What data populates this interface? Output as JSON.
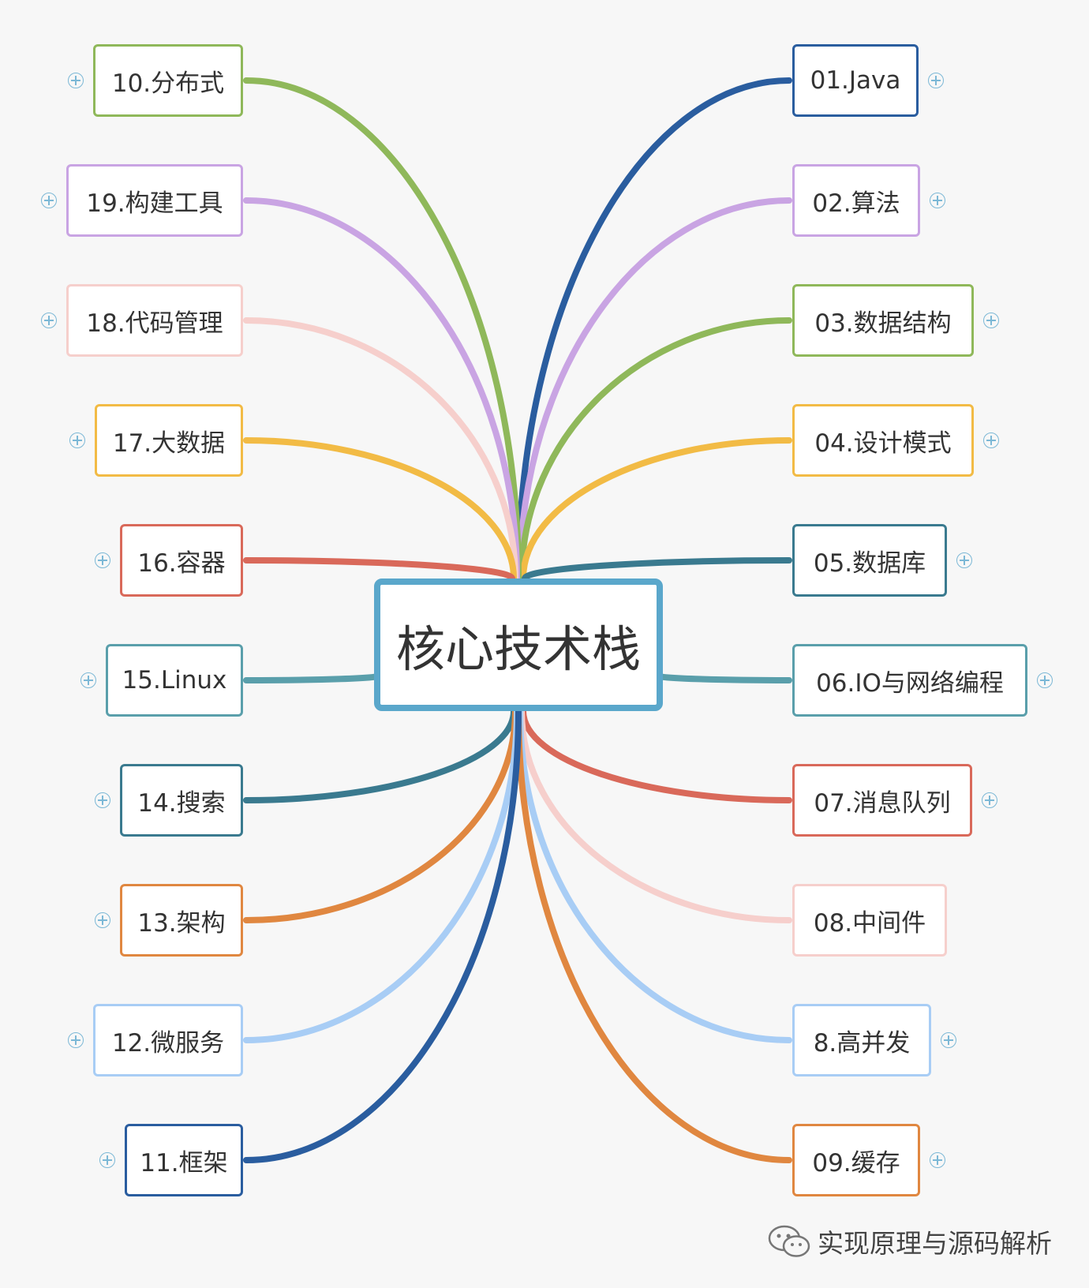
{
  "root": {
    "label": "核心技术栈",
    "color": "#5aa7cb"
  },
  "right_nodes": [
    {
      "label": "01.Java",
      "color": "#2a5d9f",
      "collapsed": true
    },
    {
      "label": "02.算法",
      "color": "#c9a4e3",
      "collapsed": true
    },
    {
      "label": "03.数据结构",
      "color": "#8fb85a",
      "collapsed": true
    },
    {
      "label": "04.设计模式",
      "color": "#f2bb45",
      "collapsed": true
    },
    {
      "label": "05.数据库",
      "color": "#3a7a8f",
      "collapsed": true
    },
    {
      "label": "06.IO与网络编程",
      "color": "#5a9fab",
      "collapsed": true
    },
    {
      "label": "07.消息队列",
      "color": "#d9695a",
      "collapsed": true
    },
    {
      "label": "08.中间件",
      "color": "#f6cfcc",
      "collapsed": false
    },
    {
      "label": "8.高并发",
      "color": "#a8cdf5",
      "collapsed": true
    },
    {
      "label": "09.缓存",
      "color": "#e08740",
      "collapsed": true
    }
  ],
  "left_nodes": [
    {
      "label": "10.分布式",
      "color": "#8fb85a",
      "collapsed": true
    },
    {
      "label": "19.构建工具",
      "color": "#c9a4e3",
      "collapsed": true
    },
    {
      "label": "18.代码管理",
      "color": "#f6cfcc",
      "collapsed": true
    },
    {
      "label": "17.大数据",
      "color": "#f2bb45",
      "collapsed": true
    },
    {
      "label": "16.容器",
      "color": "#d9695a",
      "collapsed": true
    },
    {
      "label": "15.Linux",
      "color": "#5a9fab",
      "collapsed": true
    },
    {
      "label": "14.搜索",
      "color": "#3a7a8f",
      "collapsed": true
    },
    {
      "label": "13.架构",
      "color": "#e08740",
      "collapsed": true
    },
    {
      "label": "12.微服务",
      "color": "#a8cdf5",
      "collapsed": true
    },
    {
      "label": "11.框架",
      "color": "#2a5d9f",
      "collapsed": true
    }
  ],
  "watermark": {
    "text": "实现原理与源码解析",
    "icon": "wechat-icon"
  }
}
